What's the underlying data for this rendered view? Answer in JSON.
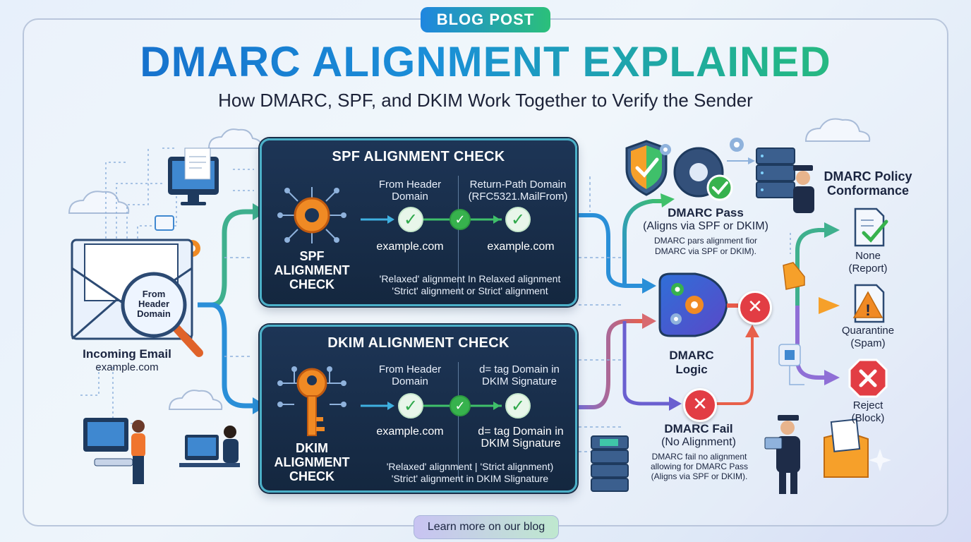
{
  "header": {
    "badge": "BLOG POST",
    "title": "DMARC ALIGNMENT EXPLAINED",
    "subtitle": "How DMARC, SPF, and DKIM Work Together to Verify the Sender"
  },
  "incoming": {
    "magnifier_label": "From Header Domain",
    "title": "Incoming Email",
    "domain": "example.com"
  },
  "spf": {
    "title": "SPF ALIGNMENT CHECK",
    "side_label": "SPF ALIGNMENT CHECK",
    "col1": "From Header Domain",
    "col2": "Return-Path Domain (RFC5321.MailFrom)",
    "domain1": "example.com",
    "domain2": "example.com",
    "foot1": "'Relaxed' alignment In Relaxed alignment",
    "foot2": "'Strict' alignment or Strict' alignment"
  },
  "dkim": {
    "title": "DKIM ALIGNMENT CHECK",
    "side_label": "DKIM ALIGNMENT CHECK",
    "col1": "From Header Domain",
    "col2": "d= tag Domain in DKIM Signature",
    "domain1": "example.com",
    "domain2": "d= tag Domain in DKIM Signature",
    "foot1": "'Relaxed' alignment | 'Strict alignment)",
    "foot2": "'Strict' alignment in DKIM Slignature"
  },
  "dmarc": {
    "pass_title": "DMARC Pass",
    "pass_sub": "(Aligns via SPF or DKIM)",
    "pass_desc": "DMARC pars alignment fior DMARC via SPF or DKIM).",
    "logic": "DMARC Logic",
    "fail_title": "DMARC Fail",
    "fail_sub": "(No Alignment)",
    "fail_desc": "DMARC fail no alignment allowing for  DMARC Pass (Aligns via SPF or DKIM).",
    "policy_title": "DMARC Policy Conformance"
  },
  "policy": {
    "none": "None",
    "none_sub": "(Report)",
    "quarantine": "Quarantine",
    "quarantine_sub": "(Spam)",
    "reject": "Reject",
    "reject_sub": "(Block)"
  },
  "footer": {
    "cta": "Learn more on our blog"
  },
  "colors": {
    "accent_blue": "#1a6fd0",
    "accent_green": "#2bb673",
    "panel_bg": "#1a304e",
    "panel_border": "#4bb0c8",
    "fail_red": "#e23d44",
    "pass_green": "#37b24d",
    "warn_orange": "#f08a24"
  }
}
